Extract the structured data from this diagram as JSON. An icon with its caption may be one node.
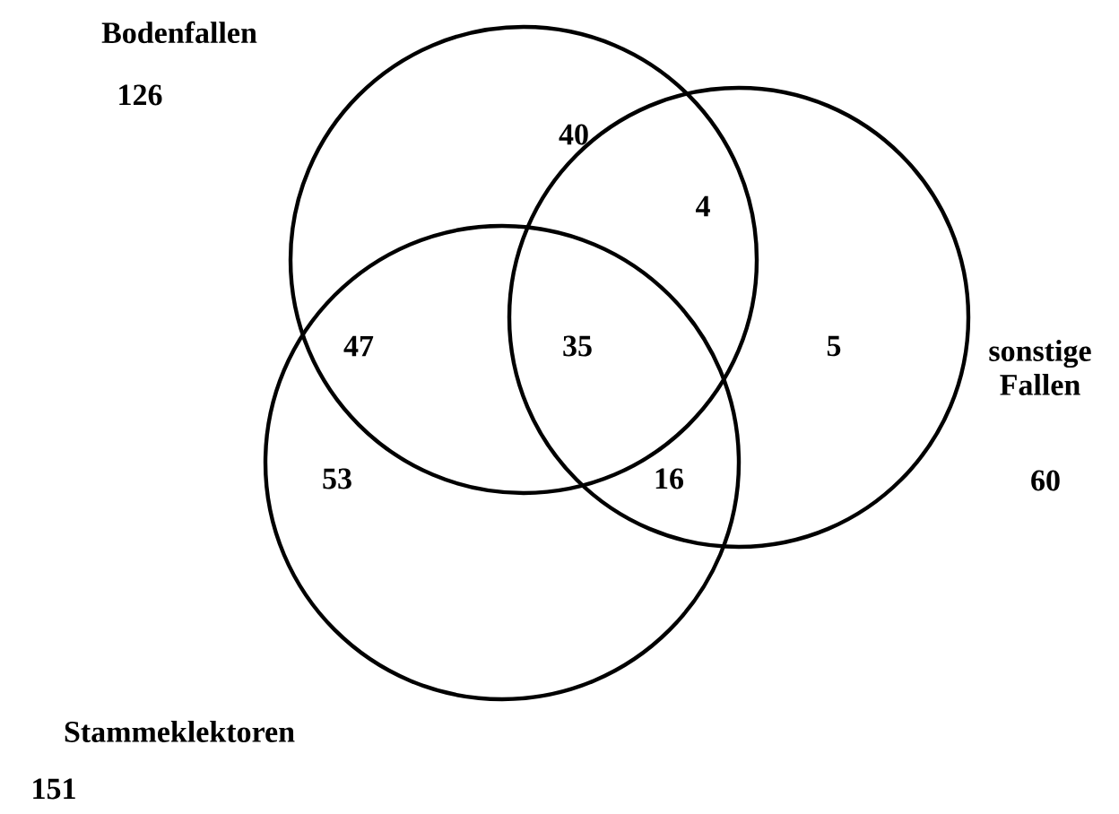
{
  "diagram": {
    "nodes": [
      {
        "text": [
          "Bodenfallen",
          "126"
        ]
      },
      {
        "text": [
          "sonstige Fallen",
          "60"
        ]
      },
      {
        "text": [
          "Stammeklektoren",
          "151"
        ]
      }
    ],
    "labels": [
      "40",
      "4",
      "47",
      "35",
      "5",
      "53",
      "16"
    ]
  }
}
